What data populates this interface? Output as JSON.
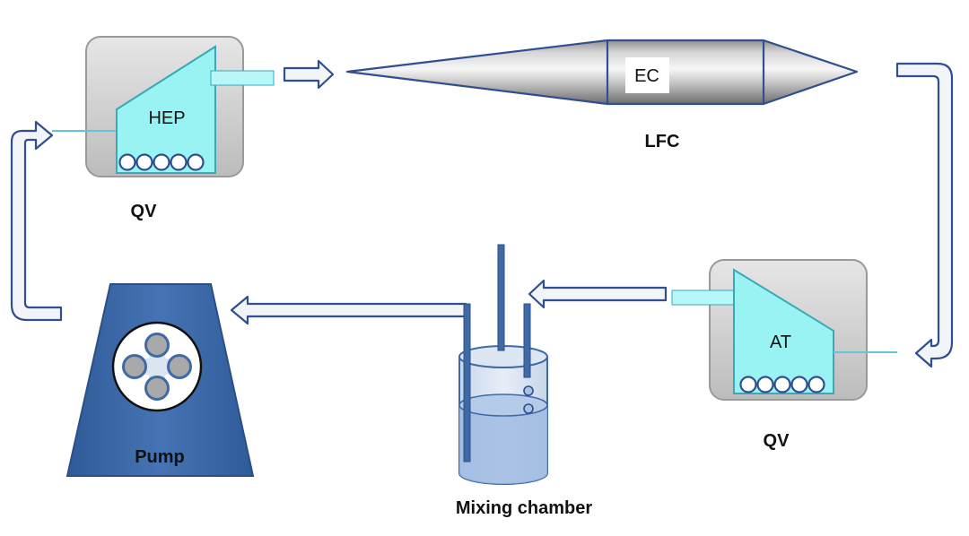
{
  "labels": {
    "hep": "HEP",
    "qv_top": "QV",
    "ec": "EC",
    "lfc": "LFC",
    "at": "AT",
    "qv_bottom": "QV",
    "pump": "Pump",
    "mixing_chamber": "Mixing chamber"
  },
  "colors": {
    "arrow_stroke": "#2f4f8f",
    "arrow_fill": "#f2f4f8",
    "chamber_fill": "#99f3f3",
    "chamber_stroke": "#3aa8b8",
    "qv_box": "#cfcfcf",
    "pump_body": "#3c6aa8",
    "tube": "#3f6aa5",
    "water": "#a9c3e6"
  }
}
